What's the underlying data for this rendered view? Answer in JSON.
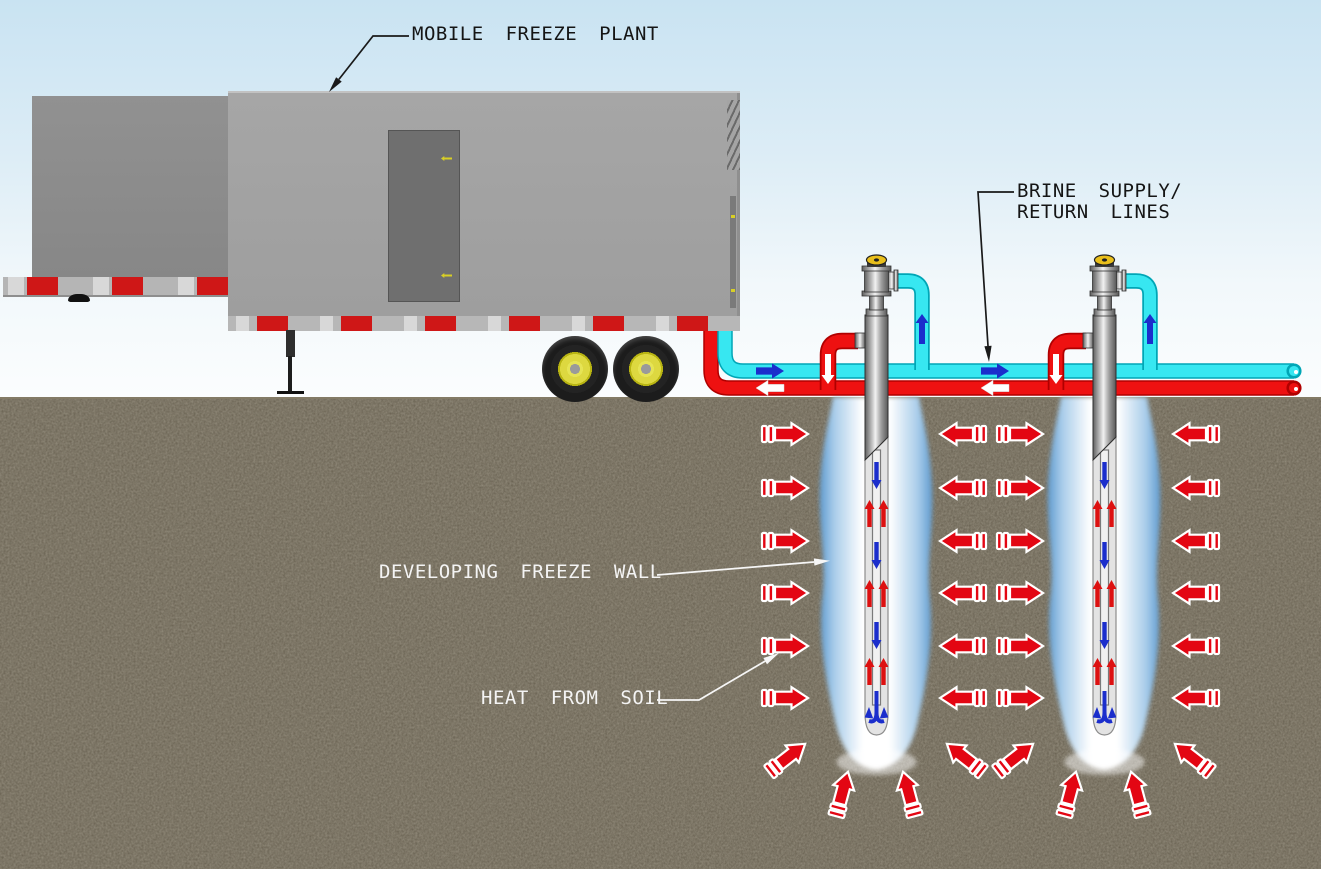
{
  "labels": {
    "mobile_freeze_plant": "MOBILE FREEZE PLANT",
    "brine_supply_return_line1": "BRINE SUPPLY/",
    "brine_supply_return_line2": "RETURN LINES",
    "developing_freeze_wall": "DEVELOPING FREEZE WALL",
    "heat_from_soil": "HEAT FROM SOIL"
  },
  "colors": {
    "sky_top": "#c9e3f2",
    "sky_bottom": "#fbfdfe",
    "soil": "#5e5645",
    "supply_pipe": "#37e7f1",
    "supply_pipe_outline": "#00a6b6",
    "return_pipe": "#ee1111",
    "return_pipe_outline": "#b00000",
    "flow_arrow_blue": "#1b2ecc",
    "flow_arrow_white": "#ffffff",
    "heat_arrow_red": "#e30613",
    "freeze_wall_edge": "#5f9bd0",
    "freeze_wall_core": "#ffffff",
    "trailer_body": "#a6a6a6",
    "equipment_box": "#8d8d8d",
    "trailer_door": "#6f6f6f",
    "reflector_red": "#cf1717",
    "reflector_silver": "#d8d8d8",
    "wheel_tire": "#1c1c1c",
    "wheel_rim": "#ddd840",
    "wellhead_cap_yellow": "#e9bf1b",
    "label_dark": "#151515",
    "label_light": "#f4f4f4"
  }
}
